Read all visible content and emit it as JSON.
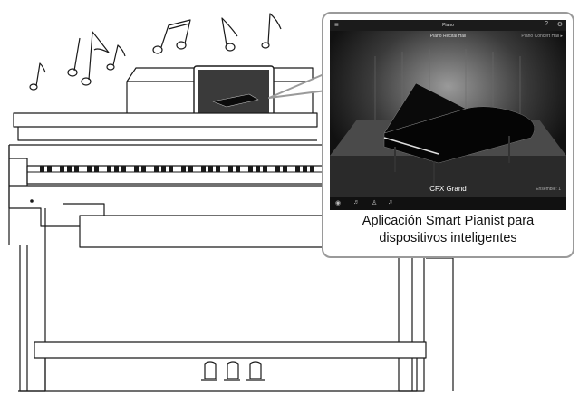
{
  "caption": {
    "line1": "Aplicación Smart Pianist para",
    "line2": "dispositivos inteligentes"
  },
  "app_screen": {
    "title": "Piano",
    "venue": "Piano Recital Hall",
    "venue_next": "Piano Concert Hall ▸",
    "voice_name": "CFX Grand",
    "ensemble": "Ensemble: 1",
    "icons": {
      "menu": "hamburger-icon",
      "help": "question-icon",
      "settings": "sliders-icon",
      "record": "record-icon",
      "metronome": "metronome-icon",
      "voice": "voice-icon",
      "score": "score-icon"
    }
  },
  "illustration": {
    "subject": "digital piano with tablet on music stand and floating musical notes",
    "colors": {
      "line": "#1a1a1a",
      "callout_border": "#9a9a9a",
      "screen_bg": "#2a2a2a"
    }
  }
}
